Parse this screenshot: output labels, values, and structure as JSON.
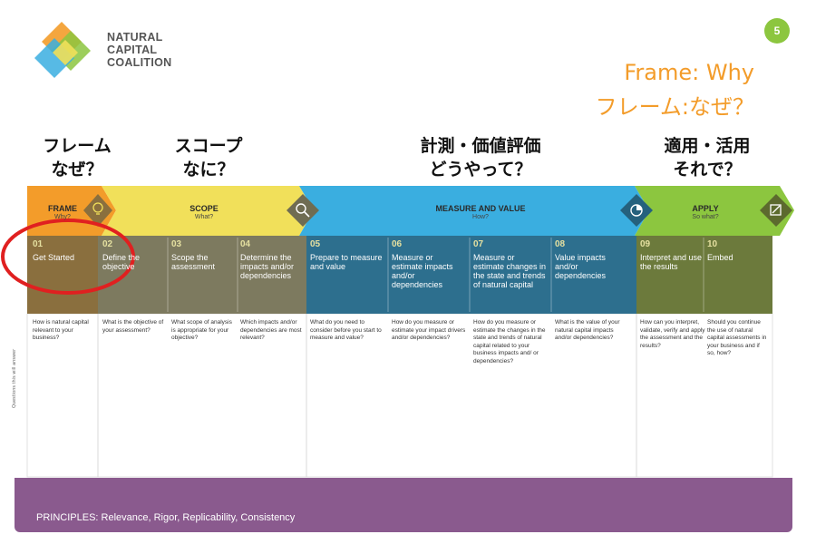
{
  "logo": {
    "lines": [
      "NATURAL",
      "CAPITAL",
      "COALITION"
    ]
  },
  "page_number": "5",
  "title": {
    "en": "Frame: Why",
    "ja": "フレーム:なぜ？"
  },
  "phases_ja": [
    {
      "line1": "フレーム",
      "line2": "なぜ？"
    },
    {
      "line1": "スコープ",
      "line2": "なに？"
    },
    {
      "line1": "計測・価値評価",
      "line2": "どうやって？"
    },
    {
      "line1": "適用・活用",
      "line2": "それで？"
    }
  ],
  "stages": [
    {
      "name": "FRAME",
      "sub": "Why?",
      "icon": "lightbulb-icon",
      "color": "#f39c2a"
    },
    {
      "name": "SCOPE",
      "sub": "What?",
      "icon": "magnifier-icon",
      "color": "#f1e05a"
    },
    {
      "name": "MEASURE AND VALUE",
      "sub": "How?",
      "icon": "chart-icon",
      "color": "#3aaee0"
    },
    {
      "name": "APPLY",
      "sub": "So what?",
      "icon": "clipboard-icon",
      "color": "#8cc63f"
    }
  ],
  "steps": [
    {
      "num": "01",
      "label": "Get Started",
      "question": "How is natural capital relevant to your business?"
    },
    {
      "num": "02",
      "label": "Define the objective",
      "question": "What is the objective of your assessment?"
    },
    {
      "num": "03",
      "label": "Scope the assessment",
      "question": "What scope of analysis is appropriate for your objective?"
    },
    {
      "num": "04",
      "label": "Determine the impacts and/or dependencies",
      "question": "Which impacts and/or dependencies are most relevant?"
    },
    {
      "num": "05",
      "label": "Prepare to measure and value",
      "question": "What do you need to consider before you start to measure and value?"
    },
    {
      "num": "06",
      "label": "Measure or estimate impacts and/or dependencies",
      "question": "How do you measure or estimate your impact drivers and/or dependencies?"
    },
    {
      "num": "07",
      "label": "Measure or estimate changes in the state and trends of natural capital",
      "question": "How do you measure or estimate the changes in the state and trends of natural capital related to your business impacts and/ or dependencies?"
    },
    {
      "num": "08",
      "label": "Value impacts and/or dependencies",
      "question": "What is the value of your natural capital impacts and/or dependencies?"
    },
    {
      "num": "09",
      "label": "Interpret and use the results",
      "question": "How can you interpret, validate, verify and apply the assessment and the results?"
    },
    {
      "num": "10",
      "label": "Embed",
      "question": "Should you continue the use of natural capital assessments in your business and if so, how?"
    }
  ],
  "side_label": "Questions this will answer",
  "principles": "PRINCIPLES: Relevance, Rigor, Replicability, Consistency",
  "colors": {
    "frame": "#f39c2a",
    "scope": "#f1e05a",
    "measure": "#3aaee0",
    "apply": "#8cc63f",
    "frame_dark": "#8a6f3e",
    "scope_dark": "#7d7a5f",
    "measure_dark": "#2d6f8e",
    "apply_dark": "#6c7a3c",
    "principles": "#8a5a8e",
    "title": "#f39c2a",
    "highlight": "#e02020"
  }
}
